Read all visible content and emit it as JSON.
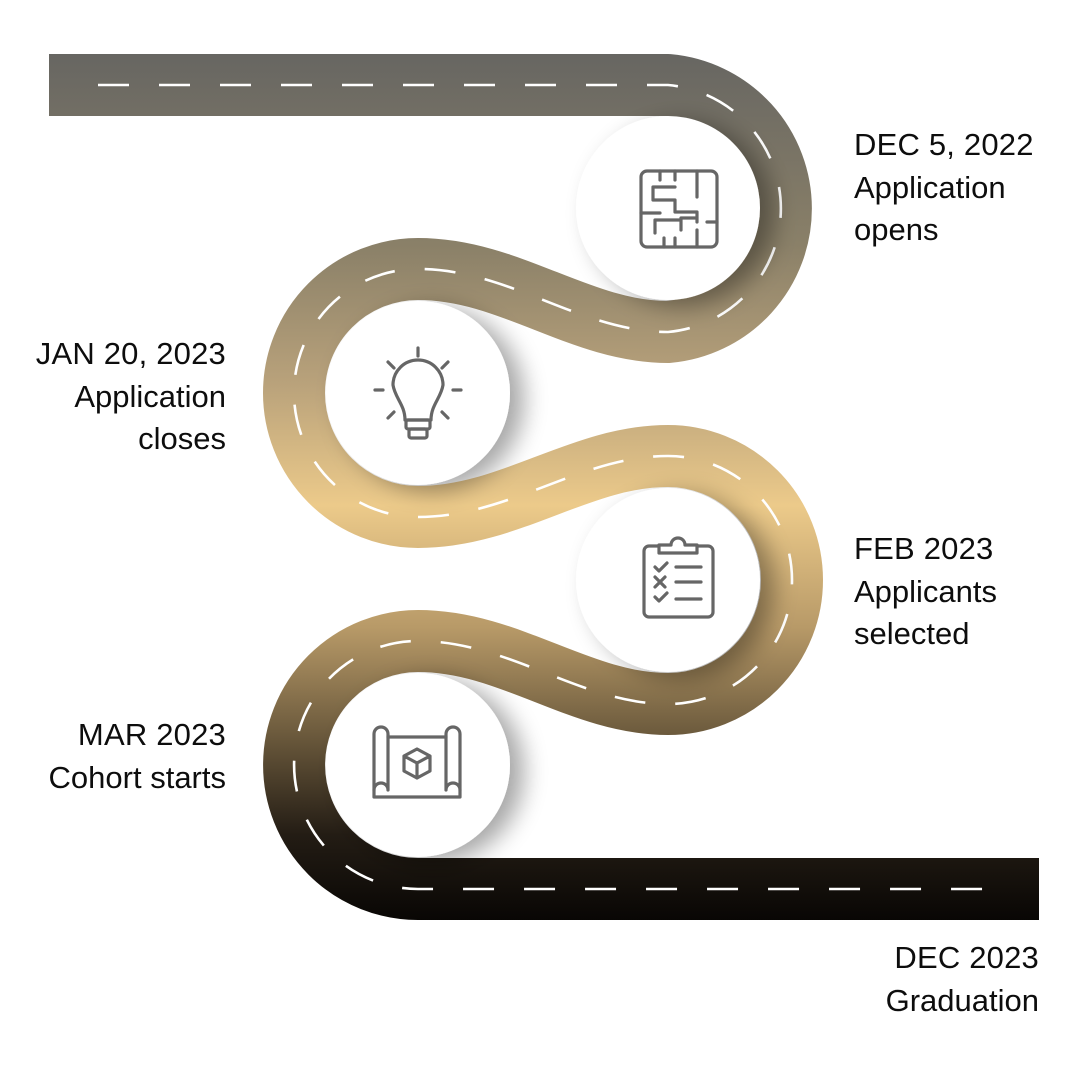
{
  "colors": {
    "road_top": "#676662",
    "road_mid": "#ecca8a",
    "road_bottom": "#080604",
    "lane_marking": "#ffffff",
    "icon_stroke": "#666666",
    "circle_fill": "#ffffff",
    "text": "#0d0d0d"
  },
  "milestones": [
    {
      "date": "DEC 5, 2022",
      "line1": "Application",
      "line2": "opens",
      "icon": "maze-icon",
      "side": "right"
    },
    {
      "date": "JAN 20, 2023",
      "line1": "Application",
      "line2": "closes",
      "icon": "lightbulb-icon",
      "side": "left"
    },
    {
      "date": "FEB 2023",
      "line1": "Applicants",
      "line2": "selected",
      "icon": "clipboard-checklist-icon",
      "side": "right"
    },
    {
      "date": "MAR 2023",
      "line1": "Cohort starts",
      "line2": "",
      "icon": "blueprint-cube-icon",
      "side": "left"
    },
    {
      "date": "DEC 2023",
      "line1": "Graduation",
      "line2": "",
      "icon": "",
      "side": "right"
    }
  ]
}
